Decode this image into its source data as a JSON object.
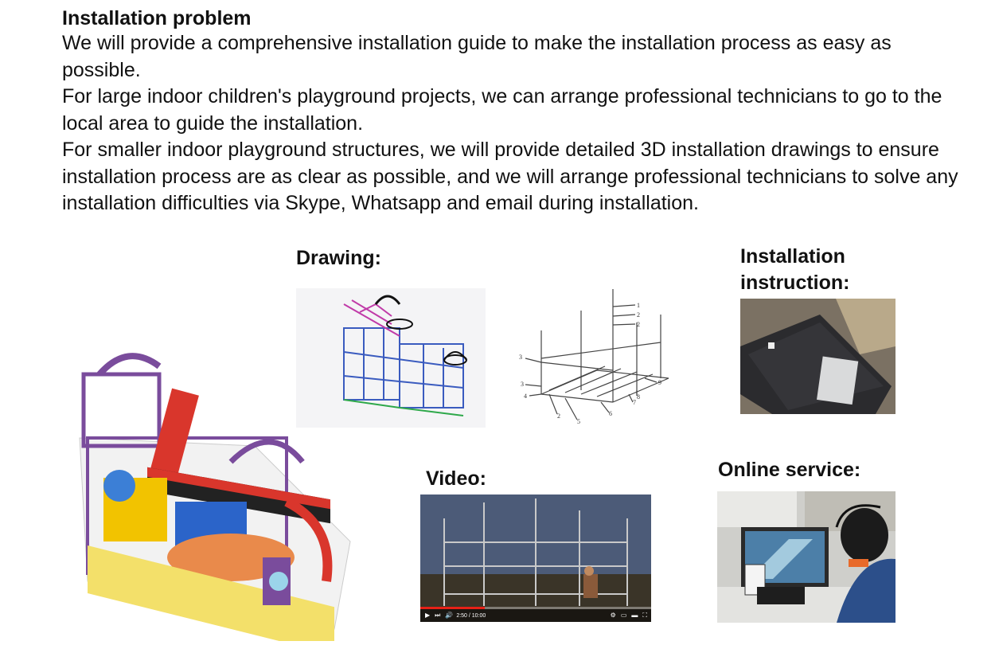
{
  "title": "Installation problem",
  "paragraphs": [
    "We will provide a comprehensive installation guide to make the installation process as easy as possible.",
    "For large indoor children's playground projects, we can arrange professional technicians to go to the local area to guide the installation.",
    "For smaller indoor playground structures, we will provide detailed 3D installation drawings to ensure installation process are as clear as possible, and we will arrange professional technicians to solve any installation difficulties via Skype, Whatsapp and email during installation."
  ],
  "labels": {
    "drawing": "Drawing:",
    "installation": "Installation instruction:",
    "video": "Video:",
    "online": "Online service:"
  },
  "video": {
    "time": "2:50 / 10:00",
    "progress": 0.28,
    "icons": [
      "play-icon",
      "next-icon",
      "volume-icon",
      "settings-icon",
      "miniplayer-icon",
      "theater-icon",
      "fullscreen-icon"
    ]
  },
  "drawing2_callouts": [
    "1",
    "2",
    "2",
    "3",
    "3",
    "4",
    "2",
    "5",
    "6",
    "7",
    "8",
    "9"
  ],
  "colors": {
    "text": "#111111",
    "video_progress": "#e62117"
  }
}
